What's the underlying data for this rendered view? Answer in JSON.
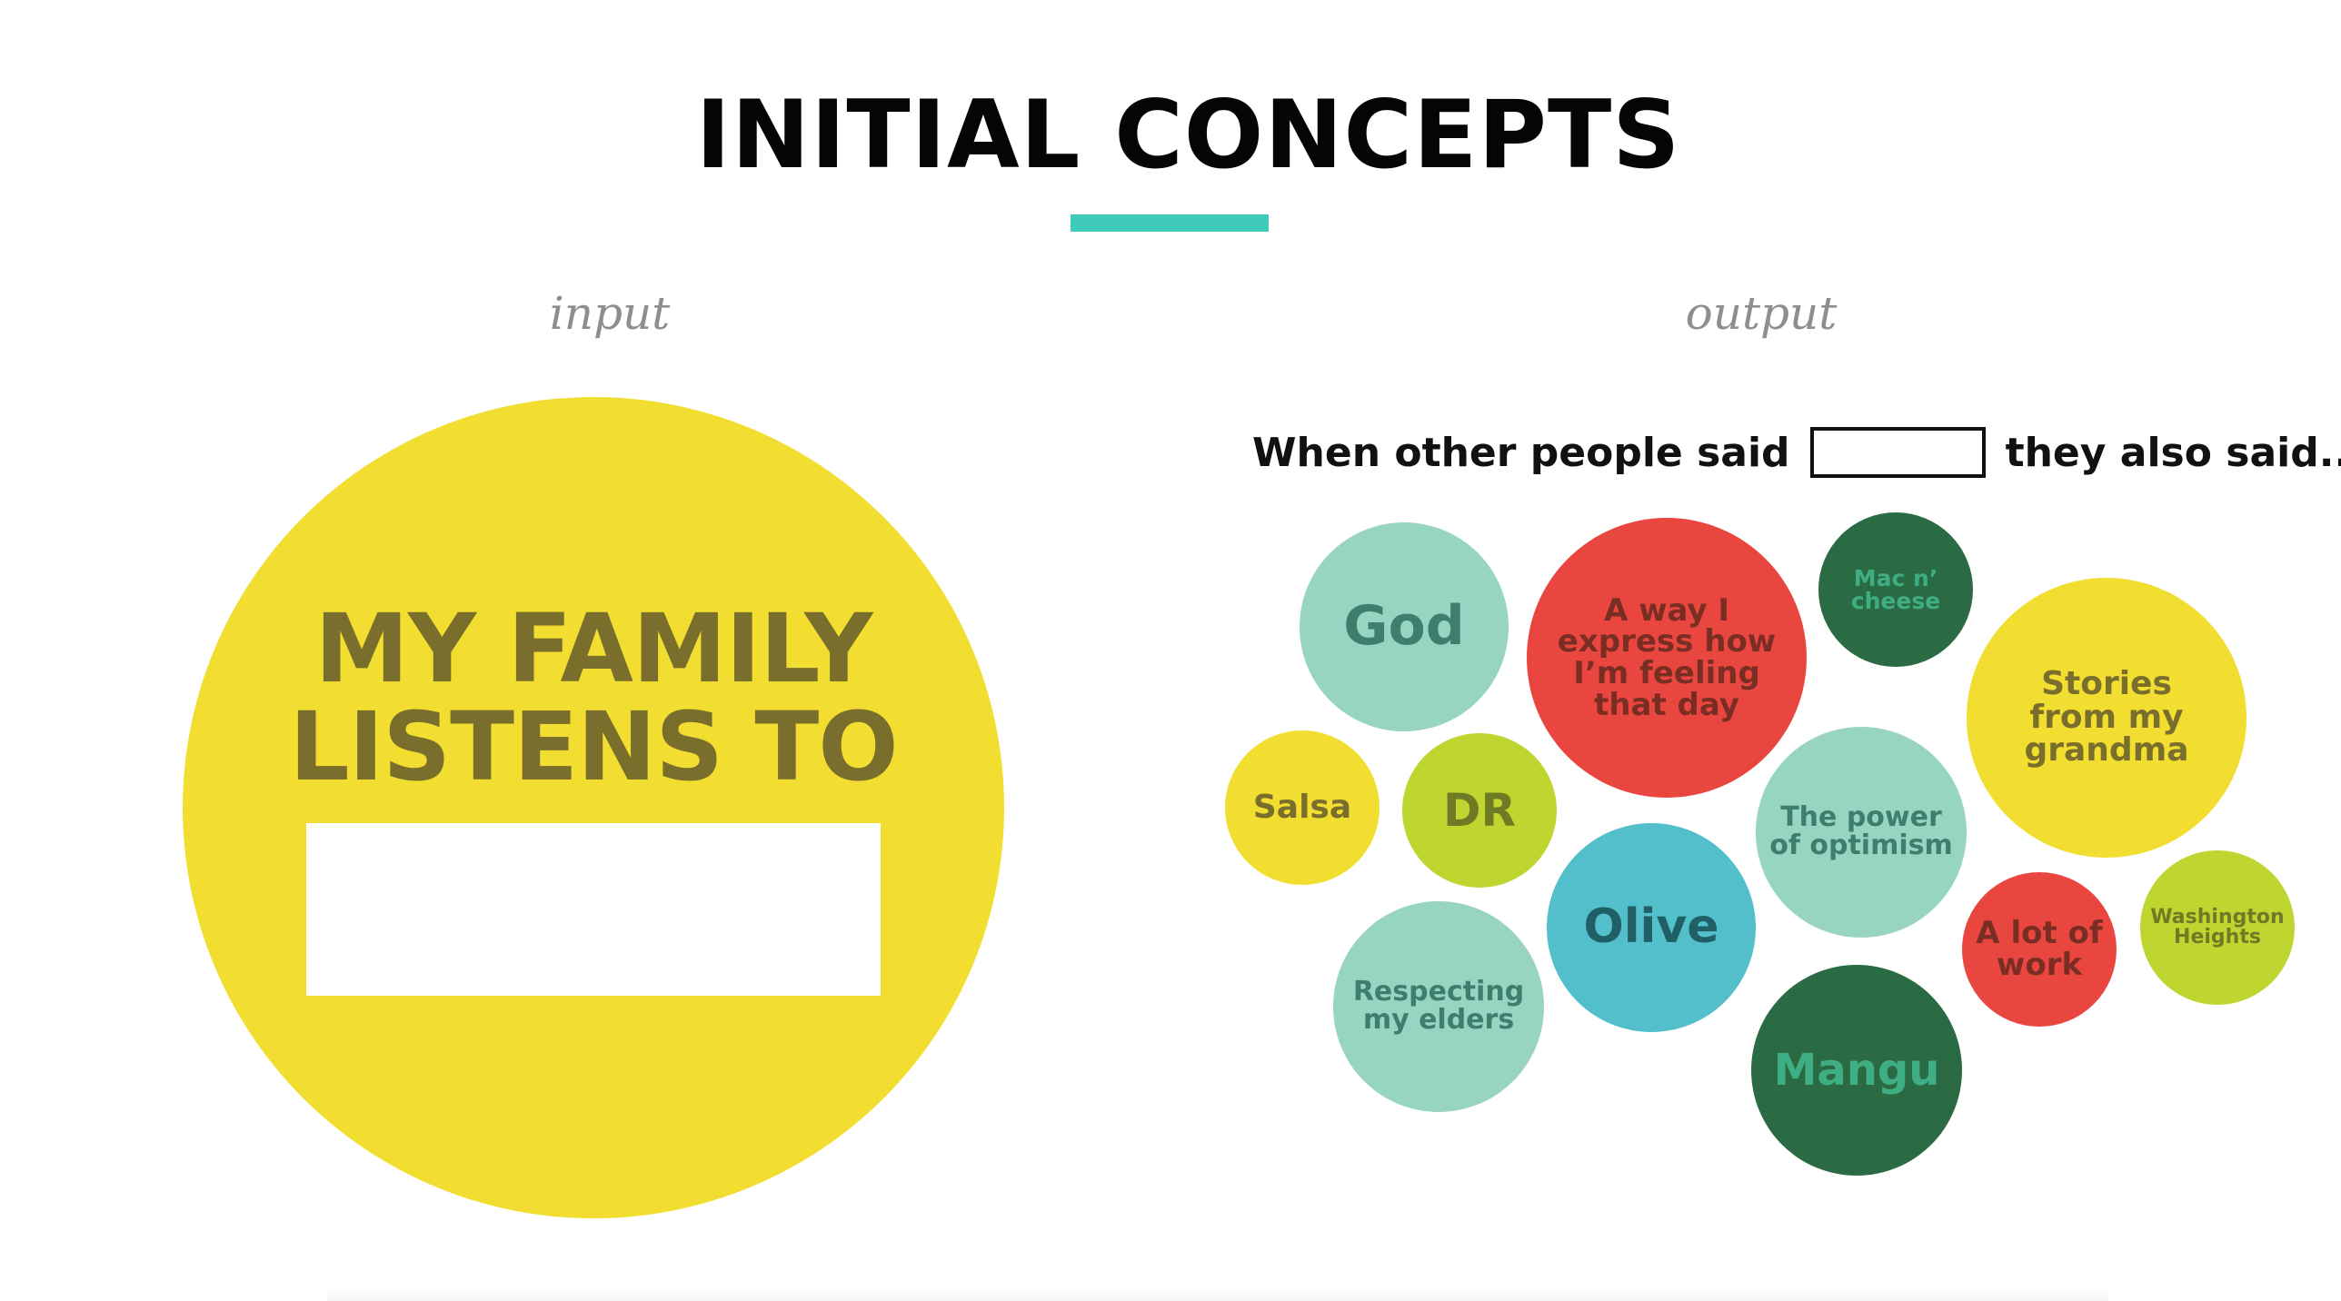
{
  "title": "INITIAL CONCEPTS",
  "accent_color": "#3fcab9",
  "labels": {
    "input": "input",
    "output": "output"
  },
  "input_card": {
    "text": "MY FAMILY\nLISTENS TO",
    "circle_color": "#f2de30",
    "text_color": "#7a6e2c"
  },
  "output_prompt": {
    "before": "When other people said",
    "after": "they also said..."
  },
  "bubbles": [
    {
      "label": "God",
      "fill": "#97d5c2",
      "color": "#3d7f6c"
    },
    {
      "label": "A way I express how I’m feeling that day",
      "fill": "#ea4640",
      "color": "#7a2e23"
    },
    {
      "label": "Mac n’ cheese",
      "fill": "#2a6b44",
      "color": "#3fae84"
    },
    {
      "label": "Stories from my grandma",
      "fill": "#f2de30",
      "color": "#7a6e2c"
    },
    {
      "label": "Salsa",
      "fill": "#f2de30",
      "color": "#7a6e2c"
    },
    {
      "label": "DR",
      "fill": "#bfd630",
      "color": "#6f7a25"
    },
    {
      "label": "The power of optimism",
      "fill": "#97d5c2",
      "color": "#3d7f6c"
    },
    {
      "label": "Olive",
      "fill": "#53bfca",
      "color": "#1f5f65"
    },
    {
      "label": "A lot of work",
      "fill": "#ea4640",
      "color": "#7a2e23"
    },
    {
      "label": "Washington Heights",
      "fill": "#bfd630",
      "color": "#6f7a25"
    },
    {
      "label": "Respecting my elders",
      "fill": "#97d5c2",
      "color": "#3d7f6c"
    },
    {
      "label": "Mangu",
      "fill": "#2a6b44",
      "color": "#3fae84"
    }
  ]
}
